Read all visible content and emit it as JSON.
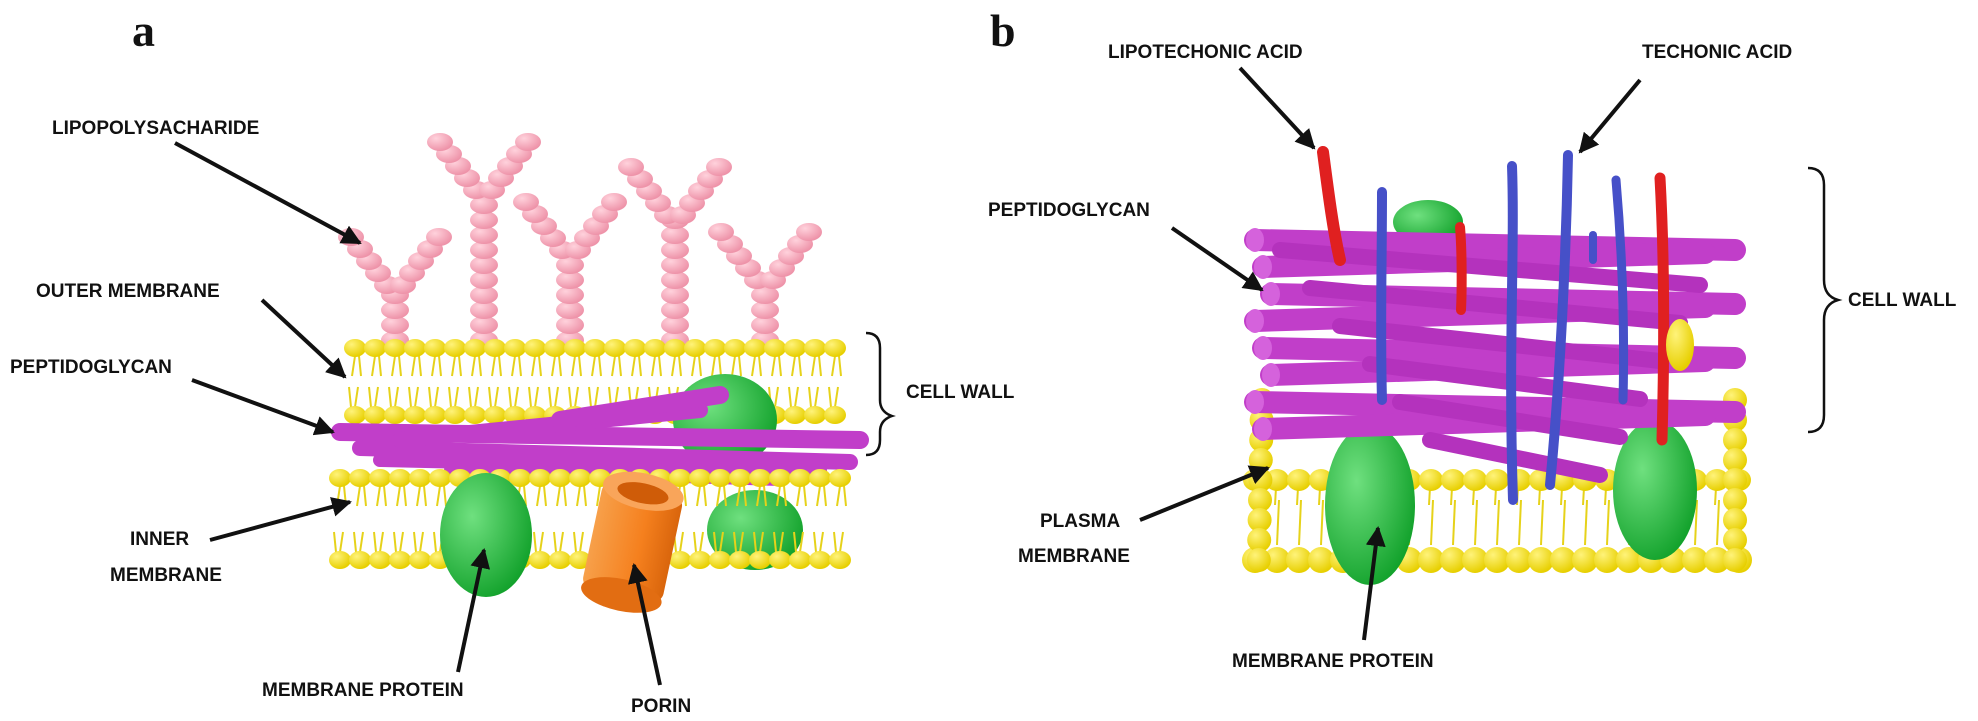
{
  "panels": [
    {
      "letter": "a",
      "labels": {
        "lps": "LIPOPOLYSACHARIDE",
        "outer_membrane": "OUTER MEMBRANE",
        "peptidoglycan": "PEPTIDOGLYCAN",
        "inner_membrane_1": "INNER",
        "inner_membrane_2": "MEMBRANE",
        "cell_wall": "CELL WALL",
        "membrane_protein": "MEMBRANE PROTEIN",
        "porin": "PORIN"
      }
    },
    {
      "letter": "b",
      "labels": {
        "lipoteichoic": "LIPOTECHONIC ACID",
        "teichoic": "TECHONIC ACID",
        "peptidoglycan": "PEPTIDOGLYCAN",
        "cell_wall": "CELL WALL",
        "plasma_membrane_1": "PLASMA",
        "plasma_membrane_2": "MEMBRANE",
        "membrane_protein": "MEMBRANE PROTEIN"
      }
    }
  ],
  "colors": {
    "lipid_head": "#f5e20a",
    "lipid_tail": "#e6d21a",
    "lps": "#f4a7b9",
    "peptidoglycan": "#c13ec9",
    "membrane_protein": "#1fbf3a",
    "porin": "#f58220",
    "teichoic_acid": "#4650c8",
    "lipoteichoic_acid": "#e02020",
    "text": "#111111"
  }
}
